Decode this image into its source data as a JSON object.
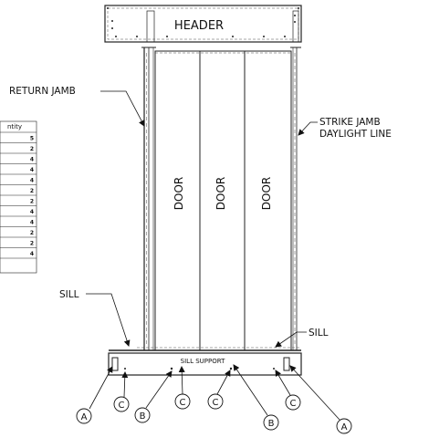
{
  "labels": {
    "header": "HEADER",
    "return_jamb": "RETURN JAMB",
    "strike_jamb_line1": "STRIKE JAMB",
    "strike_jamb_line2": "DAYLIGHT LINE",
    "sill_left": "SILL",
    "sill_right": "SILL",
    "sill_support": "SILL SUPPORT",
    "doors": [
      "DOOR",
      "DOOR",
      "DOOR"
    ]
  },
  "callouts": {
    "a_left": "A",
    "c_1": "C",
    "b_left": "B",
    "c_2": "C",
    "c_3": "C",
    "b_right": "B",
    "c_4": "C",
    "a_right": "A"
  },
  "quantity_table": {
    "header": "ntity",
    "values": [
      "5",
      "2",
      "4",
      "4",
      "4",
      "2",
      "2",
      "4",
      "4",
      "2",
      "2",
      "4"
    ]
  }
}
